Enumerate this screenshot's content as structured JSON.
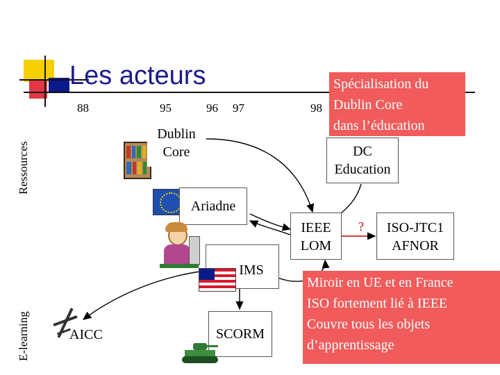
{
  "slide": {
    "title": "Les acteurs",
    "ressources_label": "Ressources",
    "elearning_label": "E-learning",
    "years": [
      "88",
      "95",
      "96",
      "97",
      "98"
    ]
  },
  "nodes": {
    "dublin_core": "Dublin\nCore",
    "dc_education": "DC\nEducation",
    "ariadne": "Ariadne",
    "ieee_lom": "IEEE\nLOM",
    "question_mark": "?",
    "iso_afnor": "ISO-JTC1\nAFNOR",
    "ims": "IMS",
    "aicc": "AICC",
    "scorm": "SCORM"
  },
  "notes": {
    "specialisation": "Spécialisation du\nDublin Core\ndans l’éducation",
    "miroir": "Miroir en UE et en France\nISO fortement lié à IEEE\nCouvre tous les objets\n d’apprentissage"
  },
  "colors": {
    "title": "#1a1a8c",
    "note_bg": "#f15b5b",
    "accent_yellow": "#f5d000",
    "accent_red": "#d8182c",
    "accent_blue": "#0a1a8a"
  }
}
